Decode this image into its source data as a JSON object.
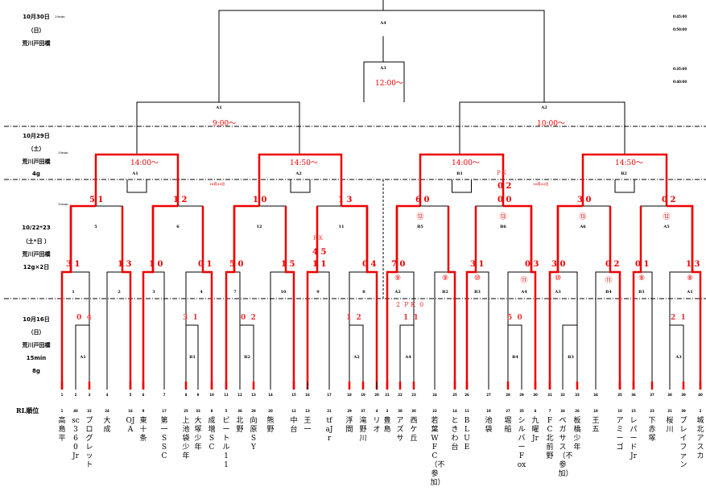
{
  "sections": [
    {
      "date": "10月30日",
      "day": "（日）",
      "venue": "荒川戸田橋",
      "extra": "",
      "duration": "20min"
    },
    {
      "date": "10月29日",
      "day": "（土）",
      "venue": "荒川戸田橋",
      "extra": "4g",
      "duration": "20min"
    },
    {
      "date": "10/22*23",
      "day": "（土*日 ）",
      "venue": "荒川戸田橋",
      "extra": "12g×2日",
      "duration": "15min"
    },
    {
      "date": "10月16日",
      "day": "（日）",
      "venue": "荒川戸田橋",
      "extra": "15min",
      "extra2": "8g"
    }
  ],
  "right_times": [
    "0:45:00",
    "0:50:00",
    "0:35:00",
    "0:40:00"
  ],
  "date_notes": [
    "10月23日",
    "10月22日"
  ],
  "final": {
    "label": "A4"
  },
  "third_place": {
    "label": "A3",
    "time": "12:00～"
  },
  "semis": [
    {
      "label": "A1",
      "time": "9:00～"
    },
    {
      "label": "A2",
      "time": "10:00～"
    }
  ],
  "quarters": [
    {
      "label": "A1",
      "time": "14:00～",
      "score": "5 1 ",
      "score2": "1 2"
    },
    {
      "label": "A2",
      "time": "14:50～",
      "score": "1 0",
      "score2": "1 3"
    },
    {
      "label": "B1",
      "time": "14:00～",
      "score": "6 0",
      "score2": "0 0",
      "pk_label": "P K",
      "pk": "0 2"
    },
    {
      "label": "B2",
      "time": "14:50～",
      "score": "3 0",
      "score2": "0 2"
    }
  ],
  "round2": [
    {
      "label": "5",
      "score_l": "3 1",
      "score_r": "1 3"
    },
    {
      "label": "6",
      "score_l": "1 0",
      "score_r": "0 1"
    },
    {
      "label": "12",
      "score_l": "5 0",
      "score_r": "1 5"
    },
    {
      "label": "11",
      "score_l": "1 1",
      "score_r": "0 4",
      "pk_label": "P K",
      "pk": "4 5"
    },
    {
      "label": "B5",
      "circle": "⑫",
      "score_l": "7 0"
    },
    {
      "label": "B6",
      "circle": "⑬",
      "score_l": "3 1",
      "score_r": "0 3"
    },
    {
      "label": "A6",
      "circle": "⑬",
      "score_l": "3 0",
      "score_r": "0 2"
    },
    {
      "label": "A5",
      "circle": "⑫",
      "score_l": "0 1",
      "score_r": "1 3"
    }
  ],
  "round1": [
    {
      "label": "1"
    },
    {
      "label": "2"
    },
    {
      "label": "3"
    },
    {
      "label": "4"
    },
    {
      "label": "7"
    },
    {
      "label": "10"
    },
    {
      "label": "9"
    },
    {
      "label": "8"
    },
    {
      "label": "A2",
      "circle": "⑨"
    },
    {
      "label": "B2",
      "circle": "⑨"
    },
    {
      "label": "B3",
      "circle": "⑩"
    },
    {
      "label": "A4",
      "circle": "⑪"
    },
    {
      "label": "A3",
      "circle": "⑩"
    },
    {
      "label": "B4",
      "circle": "⑪"
    },
    {
      "label": "B1",
      "circle": "⑧"
    },
    {
      "label": "A1",
      "circle": "⑧"
    }
  ],
  "prelim": [
    {
      "label": "A1",
      "score": "0  4"
    },
    {
      "label": "B1",
      "score": "3  1"
    },
    {
      "label": "B2",
      "score": "0  2"
    },
    {
      "label": "A2",
      "score": "1  2"
    },
    {
      "label": "A4",
      "score": "1  1",
      "pk_row": "2  P K  0"
    },
    {
      "label": "B4",
      "score": "5  0"
    },
    {
      "label": "B3",
      "score": ""
    },
    {
      "label": "A3",
      "score": "2  1"
    }
  ],
  "rl_label": "RL順位",
  "teams": [
    {
      "slot": "1",
      "rank": "1",
      "name": "高島平"
    },
    {
      "slot": "2",
      "rank": "40",
      "name": "sc　360　Jr"
    },
    {
      "slot": "3",
      "rank": "32",
      "name": "プログレット"
    },
    {
      "slot": "4",
      "rank": "24",
      "name": "大成"
    },
    {
      "slot": "5",
      "rank": "16",
      "name": "OJA"
    },
    {
      "slot": "6",
      "rank": "9",
      "name": "東十条"
    },
    {
      "slot": "7",
      "rank": "17",
      "name": "第一SSC"
    },
    {
      "slot": "8",
      "rank": "25",
      "name": "上池袋少年"
    },
    {
      "slot": "9",
      "rank": "33",
      "name": "大塚少年"
    },
    {
      "slot": "10",
      "rank": "8",
      "name": "成増SC"
    },
    {
      "slot": "11",
      "rank": "5",
      "name": "ビートル11"
    },
    {
      "slot": "12",
      "rank": "36",
      "name": "北野"
    },
    {
      "slot": "13",
      "rank": "28",
      "name": "向原SY"
    },
    {
      "slot": "14",
      "rank": "20",
      "name": "熊野"
    },
    {
      "slot": "15",
      "rank": "12",
      "name": "中台"
    },
    {
      "slot": "16",
      "rank": "13",
      "name": "王一"
    },
    {
      "slot": "17",
      "rank": "21",
      "name": "tfaJr"
    },
    {
      "slot": "18",
      "rank": "29",
      "name": "浮間"
    },
    {
      "slot": "19",
      "rank": "37",
      "name": "滝野川"
    },
    {
      "slot": "20",
      "rank": "4",
      "name": "リオ"
    },
    {
      "slot": "21",
      "rank": "3",
      "name": "豊島"
    },
    {
      "slot": "22",
      "rank": "38",
      "name": "アズサ"
    },
    {
      "slot": "23",
      "rank": "30",
      "name": "西ケ丘"
    },
    {
      "slot": "24",
      "rank": "22",
      "name": "若葉WFC（不参加）"
    },
    {
      "slot": "25",
      "rank": "14",
      "name": "ときわ台"
    },
    {
      "slot": "26",
      "rank": "11",
      "name": "BLUE"
    },
    {
      "slot": "27",
      "rank": "19",
      "name": "池袋"
    },
    {
      "slot": "28",
      "rank": "27",
      "name": "堀船"
    },
    {
      "slot": "29",
      "rank": "35",
      "name": "シルバーFox"
    },
    {
      "slot": "30",
      "rank": "6",
      "name": "九曜Jr"
    },
    {
      "slot": "31",
      "rank": "7",
      "name": "FC北前野"
    },
    {
      "slot": "32",
      "rank": "34",
      "name": "ペガサス（不参加）"
    },
    {
      "slot": "33",
      "rank": "26",
      "name": "板橋少年"
    },
    {
      "slot": "34",
      "rank": "18",
      "name": "王五"
    },
    {
      "slot": "35",
      "rank": "10",
      "name": "アミーゴ"
    },
    {
      "slot": "36",
      "rank": "15",
      "name": "レパードJr"
    },
    {
      "slot": "37",
      "rank": "23",
      "name": "下赤塚"
    },
    {
      "slot": "38",
      "rank": "31",
      "name": "桜川"
    },
    {
      "slot": "39",
      "rank": "39",
      "name": "プレイファン"
    },
    {
      "slot": "40",
      "rank": "2",
      "name": "城北アスカ"
    }
  ],
  "colors": {
    "winner_line": "#ee0000",
    "line": "#000000",
    "score": "#e00000"
  }
}
